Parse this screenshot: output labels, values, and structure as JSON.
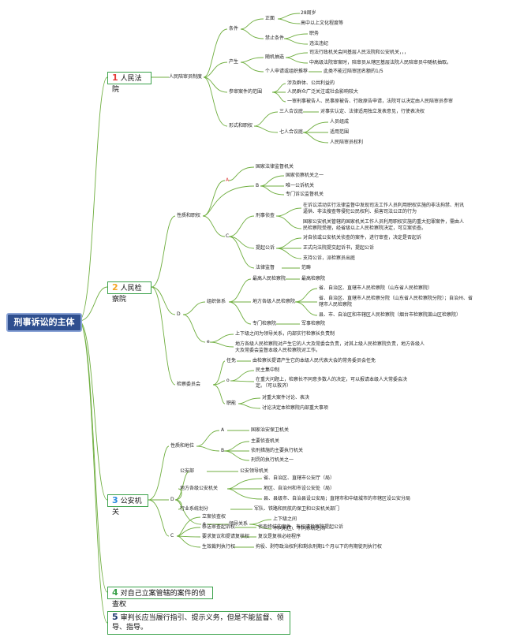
{
  "root": "刑事诉讼的主体",
  "colors": {
    "root_bg": "#2f4f8f",
    "line": "#6fae3f",
    "num_red": "#e53935",
    "num_orange": "#f5a623",
    "num_blue": "#2b8be0",
    "num_green": "#3aa14a",
    "num_navy": "#1f3a6e"
  },
  "branches": {
    "b1": {
      "num": "1",
      "title": "人民法院"
    },
    "b2": {
      "num": "2",
      "title": "人民检察院"
    },
    "b3": {
      "num": "3",
      "title": "公安机关"
    },
    "b4": {
      "num": "4",
      "title": "对自己立案管辖的案件的侦查权"
    },
    "b5": {
      "num": "5",
      "title": "审判长应当履行指引、提示义务，但是不能监督、领导、指导。"
    }
  },
  "court": {
    "juror": "人民陪审员制度",
    "cond": "条件",
    "pos": "正面",
    "age": "28周岁",
    "edu": "高中以上文化程度等",
    "neg": "禁止条件",
    "duty": "职务",
    "crime": "违法违纪",
    "gen": "产生",
    "rand": "随机抽选",
    "rand1": "司法行政机关会同基层人民法院和公安机关，，，",
    "rand2": "中高级法院审案时，陪审员从辖区基层法院人民陪审员中随机抽取。",
    "apply": "个人申请或组织推荐",
    "apply_v": "此类不能过陪审团名额的1/5",
    "scope": "参审案件的范围",
    "scope1": "涉及群体、公共利益的",
    "scope2": "人民群众广泛关注或社会影响较大",
    "scope3": "一审刑事被告人、民事原被告、行政原告申请，法院可以决定由人民陪审员参审",
    "form": "形式和职权",
    "three": "三人合议庭",
    "three_v": "对事实认定、法律适用独立发表意见，行使表决权",
    "seven": "七人合议庭",
    "seven1": "人员组成",
    "seven2": "适用范围",
    "seven3": "人民陪审员权利"
  },
  "procu": {
    "nature": "性质和职权",
    "A": "A",
    "A_v": "国家法律监督机关",
    "B": "B",
    "B1": "国家侦察机关之一",
    "B2": "唯一公诉机关",
    "B3": "专门诉讼监督机关",
    "C": "C",
    "inv": "刑事侦查",
    "inv1": "在诉讼活动实行法律监督中发现司法工作人员利用职权实施的非法拘禁、刑讯逼供、非法搜查等侵犯公民权利、损害司法公正的行为",
    "inv2": "国家公安机关管辖的国家机关工作人员利用职权实施的重大犯罪案件，需由人民检察院受理，经省级以上人民检察院决定，可立案侦查。",
    "pros": "提起公诉",
    "pros1": "对自侦或公安机关侦查的案件，进行审查，决定是否起诉",
    "pros2": "正式向法院提交起诉书，提起公诉",
    "pros3": "支持公诉，派检察员出庭",
    "law": "法律监督",
    "law_v": "范畴",
    "D": "D",
    "org": "组织体系",
    "sup": "最高人民检察院",
    "sup_v": "最高检察院",
    "local": "地方各级人民检察院",
    "local1": "省、自治区、直辖市人民检察院（山东省人民检察院）",
    "local2": "省、自治区、直辖市人民检察分院（山东省人民检察院分院）；自治州、省辖市人民检察院",
    "local3": "县、市、自治区和市辖区人民检察院（烟台市检察院莱山区检察院）",
    "spec": "专门检察院",
    "spec_v": "军事检察院",
    "E": "e",
    "E1": "上下级之间为领导关系，内部实行检察长负责制",
    "E2": "地方各级人民检察院对产生它的人大及常委会负责，对其上级人民检察院负责，地方各级人大及常委会监督本级人民检察院对工作。",
    "comm": "检察委员会",
    "app": "任免",
    "app_v": "由检察长提请产生它的本级人民代表大会的常务委员会任免",
    "o": "o",
    "o1": "民主集中制",
    "o2": "在重大问题上，检察长不同意多数人的决定，可以报请本级人大常委会决定。（可以救济）",
    "duty": "职能",
    "duty1": "对重大案件讨论、表决",
    "duty2": "讨论决定本检察院内部重大事项"
  },
  "police": {
    "nature": "性质和地位",
    "A": "A",
    "A_v": "国家治安保卫机关",
    "B": "B",
    "B1": "主要侦查机关",
    "B2": "侦刑措施的主要执行机关",
    "B3": "刑罚的执行机关之一",
    "D": "D",
    "mps": "公安部",
    "mps_v": "公安领导机关",
    "local": "地方各级公安机关",
    "local1": "省、自治区、直辖市公安厅（局）",
    "local2": "地区、自治州和市设公安处（局）",
    "local3": "县、县级市、自治县设公安局；直辖市和中级城市的市辖区设公安分局",
    "ind": "行业系统划分",
    "ind_v": "军队、铁路和民航的保卫和公安机关部门",
    "e": "e",
    "lead": "领导关系",
    "lead1": "上下级之间",
    "lead2": "不同地区、不同系统之间",
    "C": "C",
    "c1": "立案侦查权",
    "c2": "移送审查起诉权",
    "c2v": "侦查终结的案件，有权请检察院提起公诉",
    "c3": "要求复议和提请复核权",
    "c3v": "复议是复核必经程序",
    "c4": "生效裁判执行权",
    "c4v": "拘役、剥夺政治权利和剩余刑期1个月以下的有期徒刑执行权"
  }
}
